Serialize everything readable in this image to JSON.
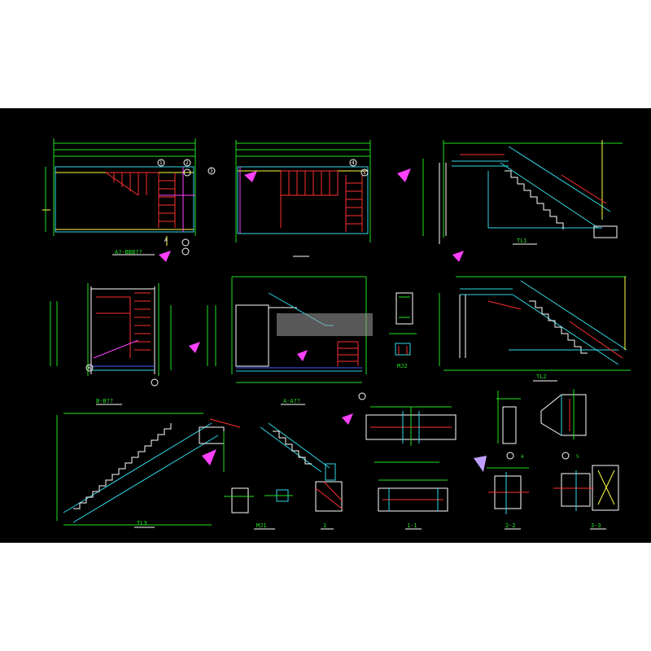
{
  "colors": {
    "background": "#000000",
    "frame": "#ffffff",
    "green": "#20e020",
    "yellow": "#ffff40",
    "cyan": "#30d8e8",
    "red": "#ff3030",
    "magenta": "#ff40ff",
    "blue": "#4060ff",
    "white": "#e8e8e8"
  },
  "labels": {
    "plan_view": "A?-BBB??",
    "elev_a": "A-A??",
    "elev_b": "B-B??",
    "tl1": "TL1",
    "tl2": "TL2",
    "tl3": "TL3",
    "mj2": "MJ2",
    "mj1": "MJ1",
    "sec_1_1": "1-1",
    "sec_2_2": "2-2",
    "sec_3_3": "3-3",
    "det_1": "1",
    "det_4": "4",
    "det_5": "5",
    "axis_a": "A",
    "axis_1": "1",
    "axis_2": "2",
    "axis_3": "3",
    "axis_4": "4",
    "axis_5": "5",
    "axis_6": "6"
  }
}
